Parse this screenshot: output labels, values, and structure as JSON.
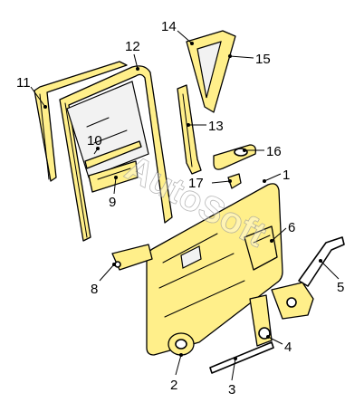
{
  "diagram": {
    "watermark_text": "AutoSoft",
    "part_color": "#ffef8a",
    "callouts": [
      {
        "id": "c1",
        "label": "1"
      },
      {
        "id": "c2",
        "label": "2"
      },
      {
        "id": "c3",
        "label": "3"
      },
      {
        "id": "c4",
        "label": "4"
      },
      {
        "id": "c5",
        "label": "5"
      },
      {
        "id": "c6",
        "label": "6"
      },
      {
        "id": "c8",
        "label": "8"
      },
      {
        "id": "c9",
        "label": "9"
      },
      {
        "id": "c10",
        "label": "10"
      },
      {
        "id": "c11",
        "label": "11"
      },
      {
        "id": "c12",
        "label": "12"
      },
      {
        "id": "c13",
        "label": "13"
      },
      {
        "id": "c14",
        "label": "14"
      },
      {
        "id": "c15",
        "label": "15"
      },
      {
        "id": "c16",
        "label": "16"
      },
      {
        "id": "c17",
        "label": "17"
      }
    ]
  }
}
